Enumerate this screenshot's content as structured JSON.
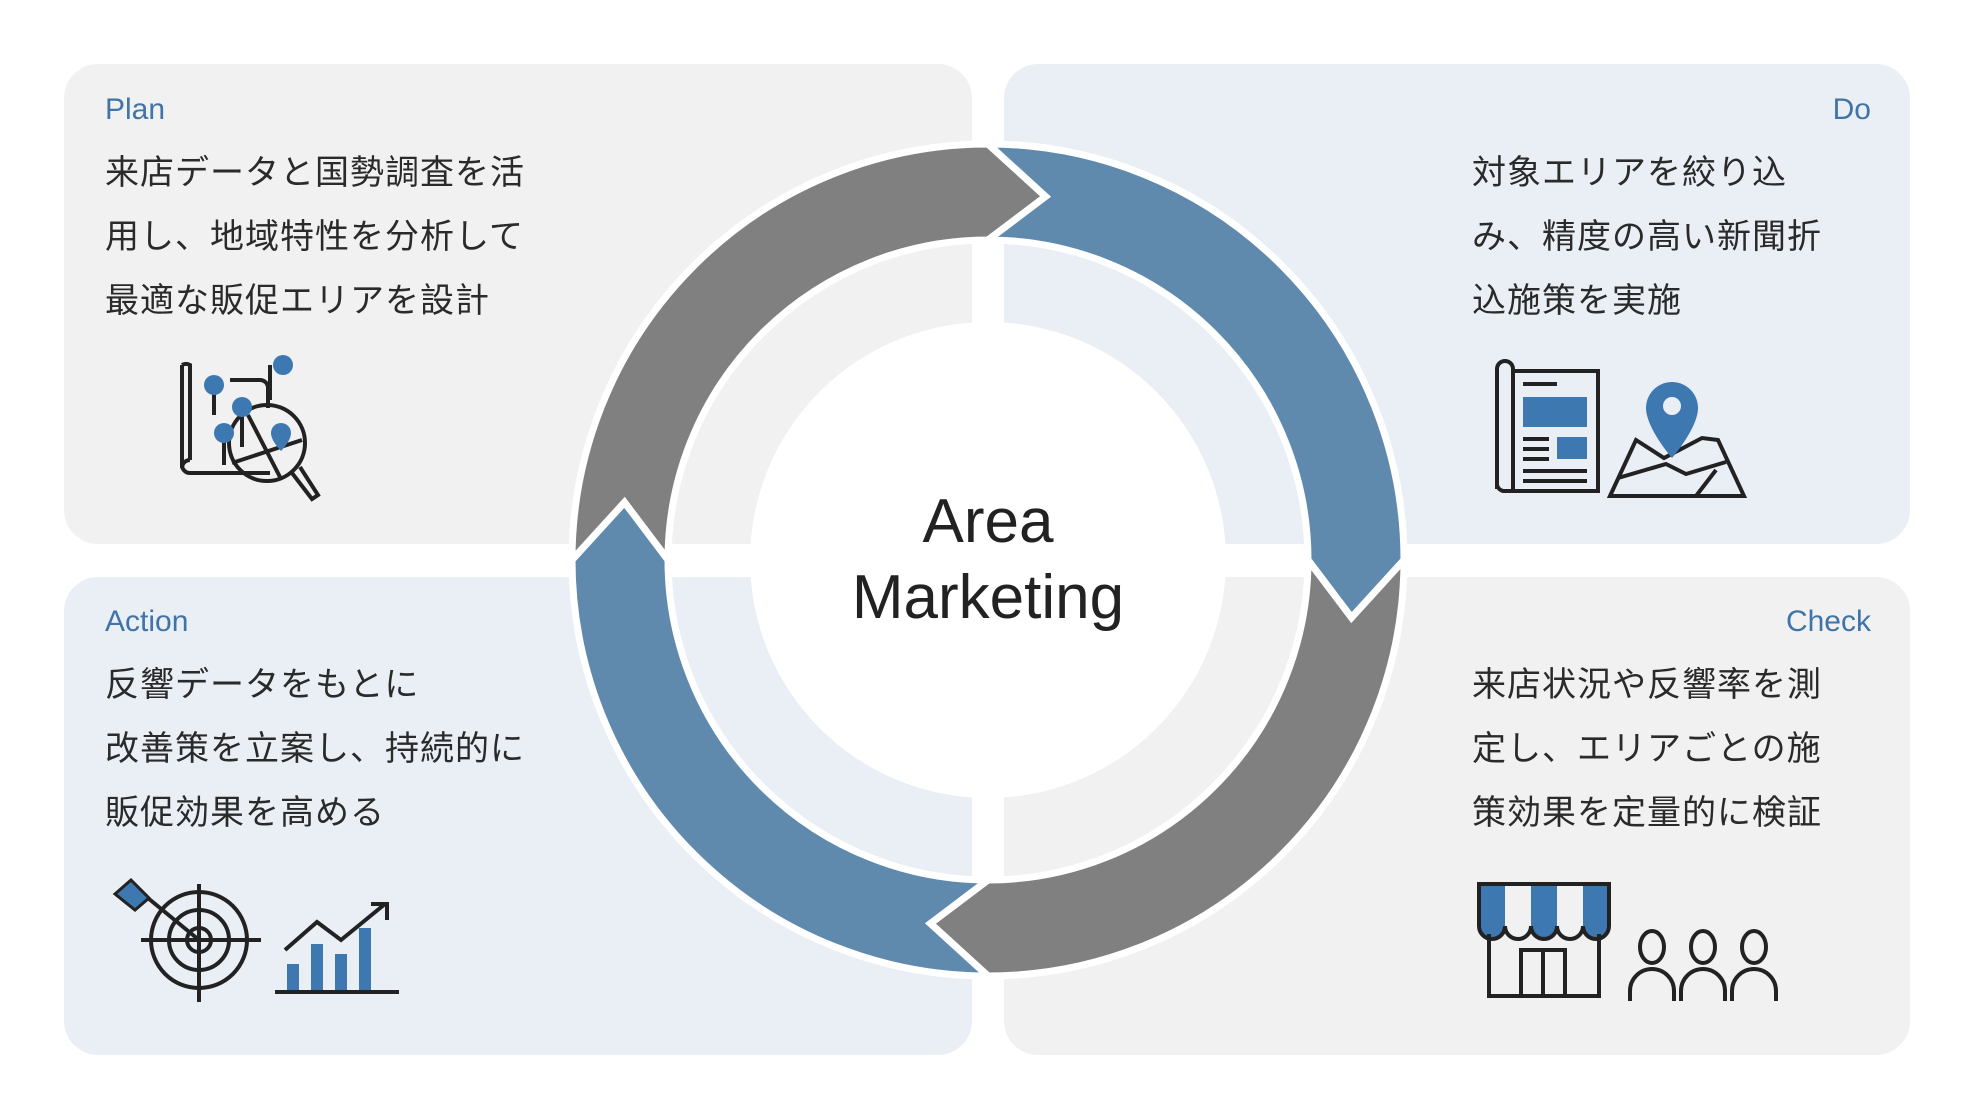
{
  "colors": {
    "accent_blue": "#5f8aae",
    "accent_gray": "#808080",
    "icon_blue": "#3e78b0",
    "label": "#3f74a8"
  },
  "center": {
    "line1": "Area",
    "line2": "Marketing"
  },
  "plan": {
    "label": "Plan",
    "lines": [
      "来店データと国勢調査を活",
      "用し、地域特性を分析して",
      "最適な販促エリアを設計"
    ],
    "icon": "map-search-icon"
  },
  "do": {
    "label": "Do",
    "lines": [
      "対象エリアを絞り込",
      "み、精度の高い新聞折",
      "込施策を実施"
    ],
    "icons": [
      "newspaper-icon",
      "map-pin-icon"
    ]
  },
  "check": {
    "label": "Check",
    "lines": [
      "来店状況や反響率を測",
      "定し、エリアごとの施",
      "策効果を定量的に検証"
    ],
    "icons": [
      "store-icon",
      "people-icon"
    ]
  },
  "action": {
    "label": "Action",
    "lines": [
      "反響データをもとに",
      "改善策を立案し、持続的に",
      "販促効果を高める"
    ],
    "icons": [
      "target-icon",
      "growth-chart-icon"
    ]
  }
}
